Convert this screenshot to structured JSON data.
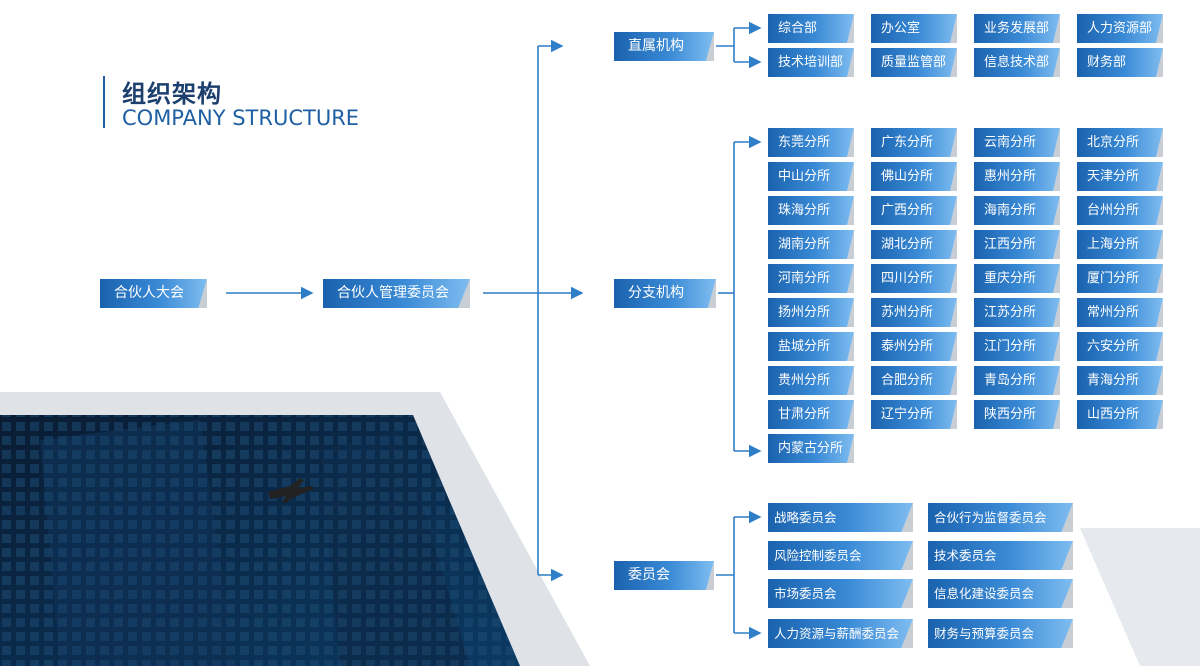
{
  "title": {
    "cn": "组织架构",
    "en": "COMPANY STRUCTURE"
  },
  "root_chain": [
    "合伙人大会",
    "合伙人管理委员会"
  ],
  "branches": [
    {
      "label": "直属机构",
      "children": [
        "综合部",
        "办公室",
        "业务发展部",
        "人力资源部",
        "技术培训部",
        "质量监管部",
        "信息技术部",
        "财务部"
      ]
    },
    {
      "label": "分支机构",
      "children": [
        "东莞分所",
        "广东分所",
        "云南分所",
        "北京分所",
        "中山分所",
        "佛山分所",
        "惠州分所",
        "天津分所",
        "珠海分所",
        "广西分所",
        "海南分所",
        "台州分所",
        "湖南分所",
        "湖北分所",
        "江西分所",
        "上海分所",
        "河南分所",
        "四川分所",
        "重庆分所",
        "厦门分所",
        "扬州分所",
        "苏州分所",
        "江苏分所",
        "常州分所",
        "盐城分所",
        "泰州分所",
        "江门分所",
        "六安分所",
        "贵州分所",
        "合肥分所",
        "青岛分所",
        "青海分所",
        "甘肃分所",
        "辽宁分所",
        "陕西分所",
        "山西分所",
        "内蒙古分所"
      ]
    },
    {
      "label": "委员会",
      "children": [
        "战略委员会",
        "合伙行为监督委员会",
        "风险控制委员会",
        "技术委员会",
        "市场委员会",
        "信息化建设委员会",
        "人力资源与薪酬委员会",
        "财务与预算委员会"
      ]
    }
  ],
  "colors": {
    "box_dark": "#1a62ae",
    "box_light": "#7fbdf0",
    "line": "#2f7fc8",
    "title_cn": "#1c3f6e",
    "title_en": "#1f5fa3"
  }
}
